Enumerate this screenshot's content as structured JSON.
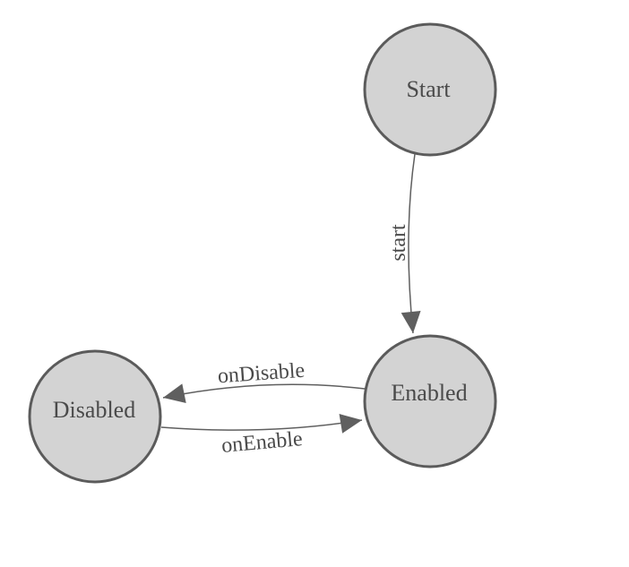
{
  "diagram": {
    "kind": "finite-state-machine",
    "theme": {
      "background": "#ffffff",
      "node_fill": "#d3d3d3",
      "node_stroke": "#5b5b5b",
      "edge_color": "#5f5f5f",
      "arrow_color": "#5f5f5f",
      "node_label_color": "#4a4a4a",
      "edge_label_color": "#4a4a4a"
    },
    "nodes": [
      {
        "id": "start",
        "label": "Start"
      },
      {
        "id": "enabled",
        "label": "Enabled"
      },
      {
        "id": "disabled",
        "label": "Disabled"
      }
    ],
    "edges": [
      {
        "id": "start-transition",
        "label": "start",
        "from": "Start",
        "to": "Enabled"
      },
      {
        "id": "on-disable",
        "label": "onDisable",
        "from": "Enabled",
        "to": "Disabled"
      },
      {
        "id": "on-enable",
        "label": "onEnable",
        "from": "Disabled",
        "to": "Enabled"
      }
    ]
  }
}
